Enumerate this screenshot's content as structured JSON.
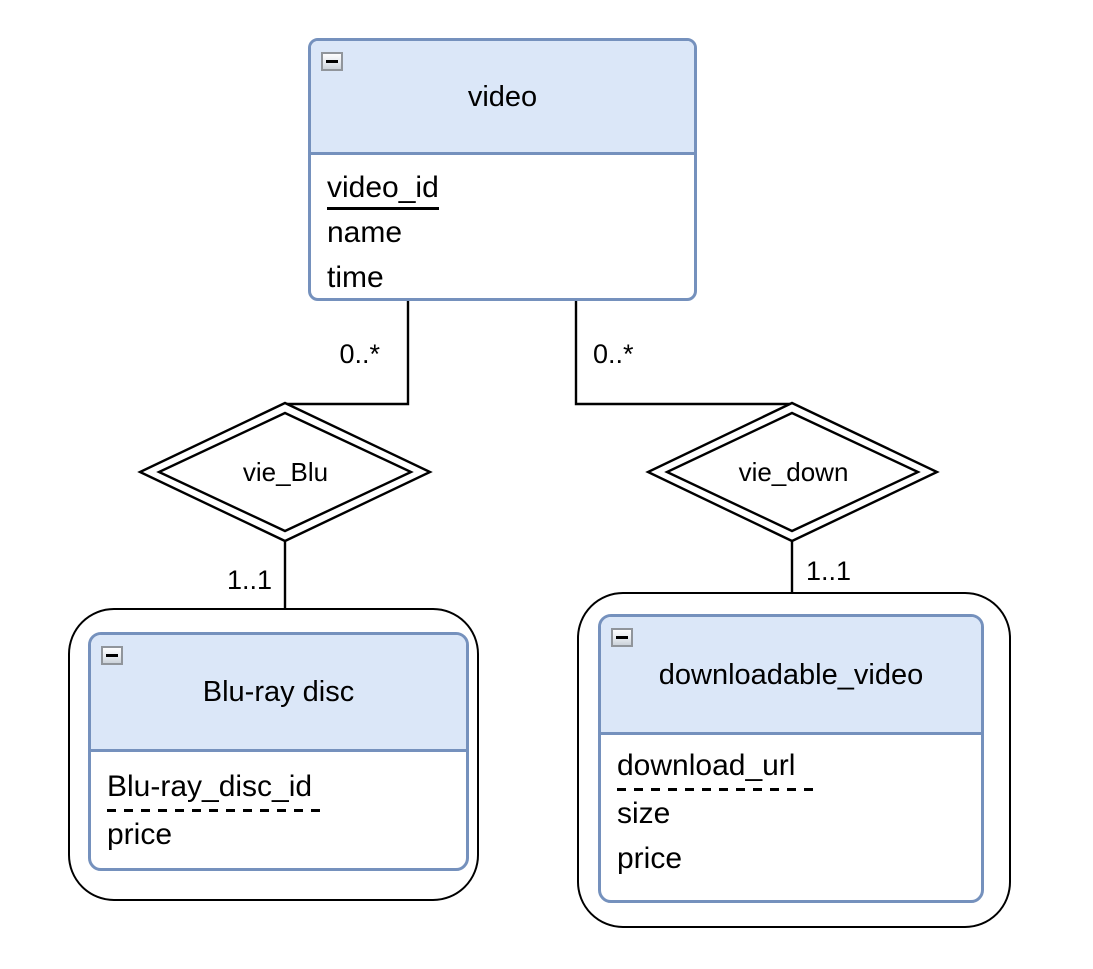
{
  "diagram": {
    "type": "entity-relationship",
    "background": "#ffffff",
    "colors": {
      "entity_border": "#7591bd",
      "entity_header_fill": "#dbe7f8",
      "entity_body_fill": "#ffffff",
      "weak_entity_outline": "#000000",
      "connector_line": "#000000",
      "text": "#000000"
    },
    "entities": [
      {
        "id": "video",
        "title": "video",
        "weak": false,
        "collapse_icon": "minus-icon",
        "attributes": [
          {
            "name": "video_id",
            "key": "primary",
            "underline": "solid"
          },
          {
            "name": "name",
            "key": "none",
            "underline": "none"
          },
          {
            "name": "time",
            "key": "none",
            "underline": "none"
          }
        ]
      },
      {
        "id": "blu-ray-disc",
        "title": "Blu-ray disc",
        "weak": true,
        "collapse_icon": "minus-icon",
        "attributes": [
          {
            "name": "Blu-ray_disc_id",
            "key": "partial",
            "underline": "dashed"
          },
          {
            "name": "price",
            "key": "none",
            "underline": "none"
          }
        ]
      },
      {
        "id": "downloadable-video",
        "title": "downloadable_video",
        "weak": true,
        "collapse_icon": "minus-icon",
        "attributes": [
          {
            "name": "download_url",
            "key": "partial",
            "underline": "dashed"
          },
          {
            "name": "size",
            "key": "none",
            "underline": "none"
          },
          {
            "name": "price",
            "key": "none",
            "underline": "none"
          }
        ]
      }
    ],
    "relationships": [
      {
        "id": "vie_Blu",
        "label": "vie_Blu",
        "shape": "double-diamond",
        "type": "identifying",
        "between": [
          "video",
          "Blu-ray disc"
        ]
      },
      {
        "id": "vie_down",
        "label": "vie_down",
        "shape": "double-diamond",
        "type": "identifying",
        "between": [
          "video",
          "downloadable_video"
        ]
      }
    ],
    "cardinalities": [
      {
        "edge": "video to vie_Blu",
        "label": "0..*"
      },
      {
        "edge": "video to vie_down",
        "label": "0..*"
      },
      {
        "edge": "vie_Blu to Blu-ray disc",
        "label": "1..1"
      },
      {
        "edge": "vie_down to downloadable_video",
        "label": "1..1"
      }
    ]
  }
}
